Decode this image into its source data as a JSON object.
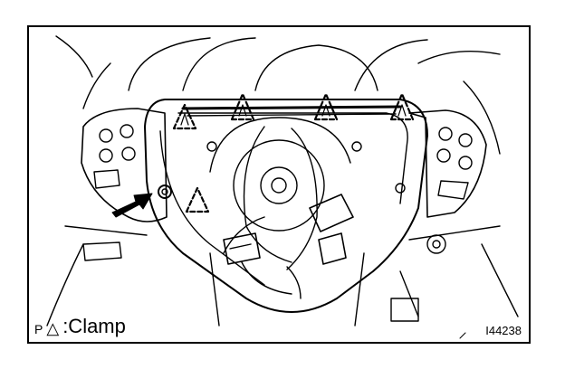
{
  "legend": {
    "prefix": "P",
    "symbol": "△",
    "text": ":Clamp"
  },
  "figure_id": "I44238",
  "colors": {
    "line": "#000000",
    "background": "#ffffff"
  },
  "icons": {
    "clamp_marker": "dashed-triangle-icon",
    "pointer": "black-arrow-icon"
  }
}
